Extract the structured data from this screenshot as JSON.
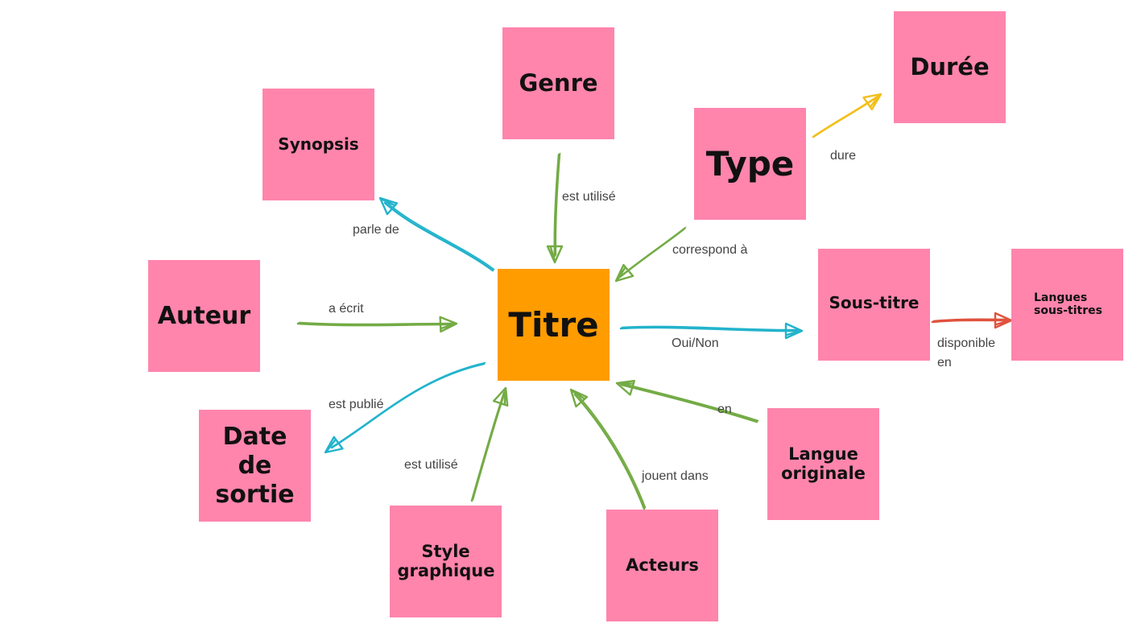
{
  "nodes": {
    "titre": "Titre",
    "genre": "Genre",
    "duree": "Durée",
    "synopsis": "Synopsis",
    "type": "Type",
    "auteur": "Auteur",
    "sous_titre": "Sous-titre",
    "langues_sous_titres": "Langues sous-titres",
    "date_sortie": "Date de sortie",
    "langue_originale": "Langue originale",
    "style_graphique": "Style graphique",
    "acteurs": "Acteurs"
  },
  "edges": {
    "dure": "dure",
    "est_utilise_genre": "est utilisé",
    "parle_de": "parle de",
    "correspond_a": "correspond à",
    "a_ecrit": "a écrit",
    "oui_non": "Oui/Non",
    "disponible_en_1": "disponible",
    "disponible_en_2": "en",
    "est_publie": "est publié",
    "en": "en",
    "est_utilise_style": "est utilisé",
    "jouent_dans": "jouent dans"
  },
  "colors": {
    "note": "#ff85ad",
    "center_note": "#ff9c00",
    "arrow_green": "#73ab45",
    "arrow_cyan": "#22b3cc",
    "arrow_yellow": "#f2bf1a",
    "arrow_red": "#e0523d"
  }
}
